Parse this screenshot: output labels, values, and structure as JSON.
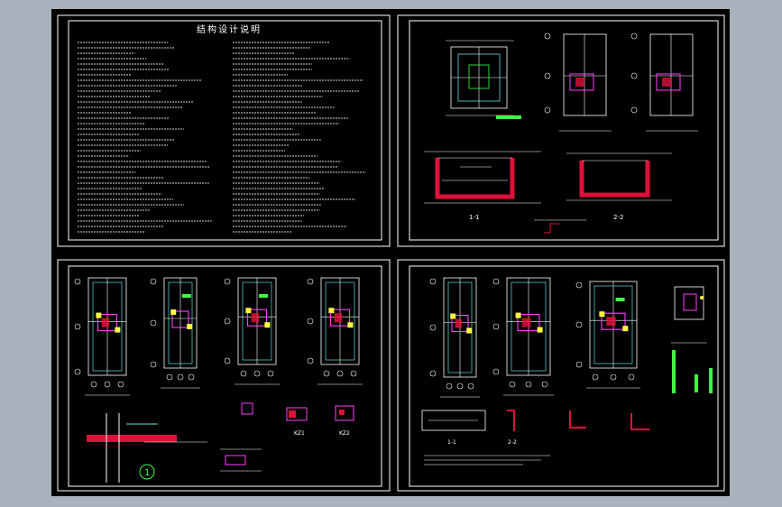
{
  "colors": {
    "background": "#a9b2bc",
    "sheet": "#000000",
    "frame": "#ffffff",
    "accent_red": "#e0103a",
    "accent_magenta": "#ff40ff",
    "accent_cyan": "#60e0e0",
    "accent_green": "#40ff40",
    "accent_yellow": "#ffff40"
  },
  "sheets": [
    {
      "id": "notes",
      "title": "结构设计说明"
    },
    {
      "id": "sections",
      "labels": {
        "section_1": "1-1",
        "section_2": "2-2"
      }
    },
    {
      "id": "plans-left",
      "labels": {
        "detail_kz1": "KZ1",
        "detail_kz2": "KZ2",
        "circle_mark": "1"
      }
    },
    {
      "id": "plans-right",
      "labels": {
        "section_a": "1-1",
        "section_b": "2-2"
      }
    }
  ]
}
